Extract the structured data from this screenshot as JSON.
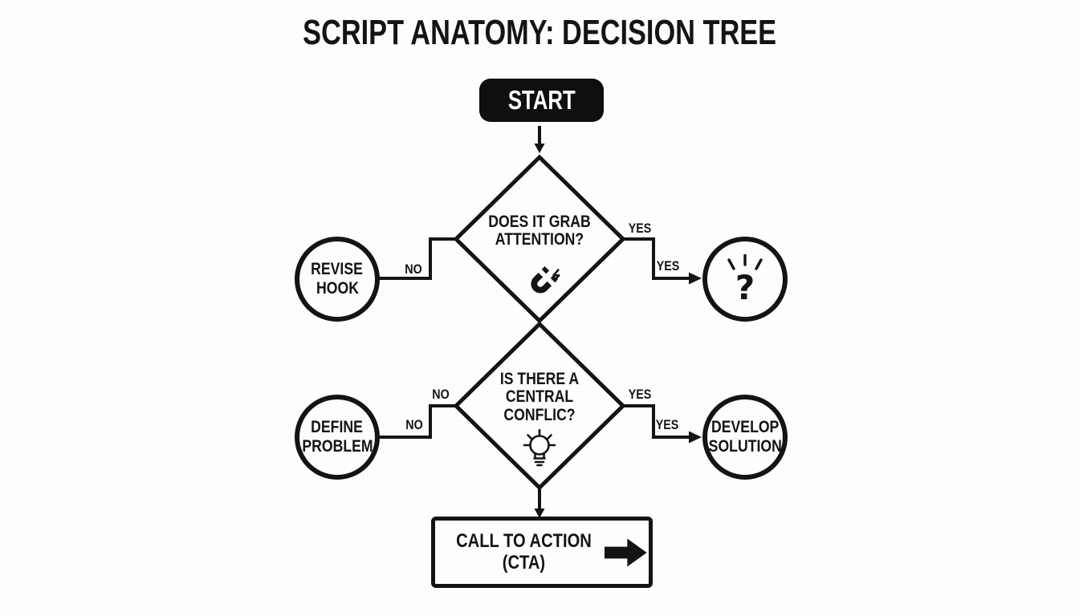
{
  "title": "SCRIPT ANATOMY: DECISION TREE",
  "colors": {
    "ink": "#141414",
    "paper": "#fdfdfd",
    "start_fill": "#0f0f0f",
    "start_text": "#ffffff"
  },
  "start": {
    "label": "START"
  },
  "decision1": {
    "line1": "DOES IT GRAB",
    "line2": "ATTENTION?",
    "icon": "magnet-icon"
  },
  "decision2": {
    "line1": "IS THERE A",
    "line2": "CENTRAL",
    "line3": "CONFLIC?",
    "icon": "lightbulb-icon"
  },
  "outcomes": {
    "revise_hook": {
      "line1": "REVISE",
      "line2": "HOOK"
    },
    "question": {
      "glyph": "?",
      "icon": "question-sparkle-icon"
    },
    "define_problem": {
      "line1": "DEFINE",
      "line2": "PROBLEM"
    },
    "develop_solution": {
      "line1": "DEVELOP",
      "line2": "SOLUTION"
    }
  },
  "cta": {
    "line1": "CALL TO ACTION",
    "line2": "(CTA)",
    "icon": "arrow-right-icon"
  },
  "edge_labels": {
    "d1_no": "NO",
    "d1_yes_upper": "YES",
    "d1_yes_lower": "YES",
    "d2_no_upper": "NO",
    "d2_no_lower": "NO",
    "d2_yes_upper": "YES",
    "d2_yes_lower": "YES"
  }
}
